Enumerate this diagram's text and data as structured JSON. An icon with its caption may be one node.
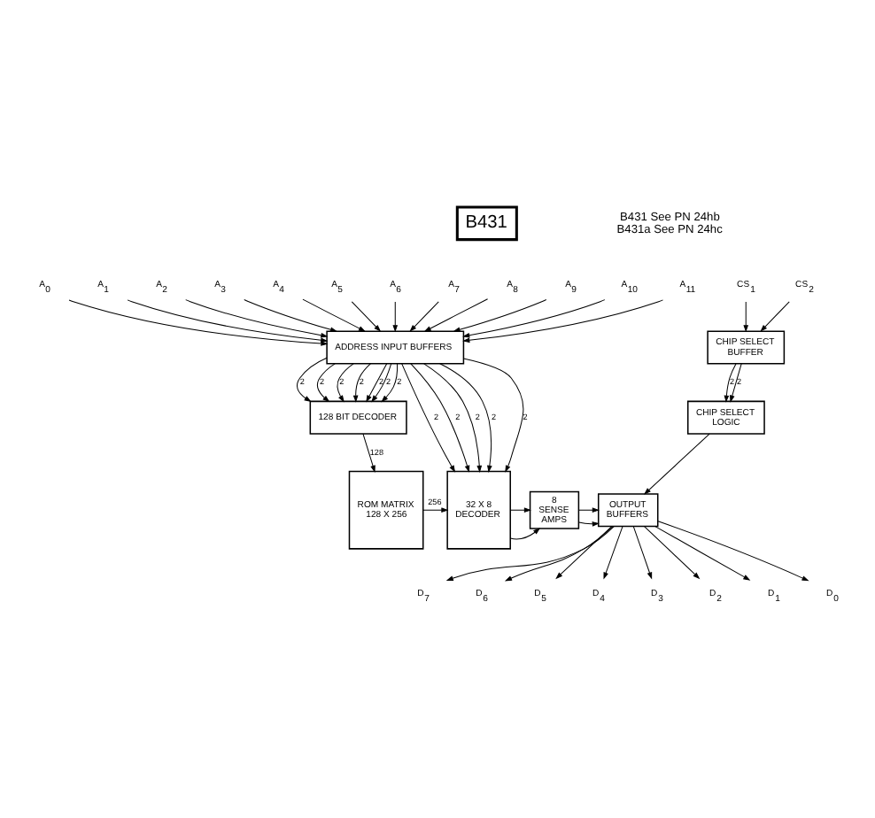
{
  "diagram": {
    "nodes": [
      {
        "text": [
          "B431"
        ]
      },
      {
        "text": [
          "A$_{0}$"
        ]
      },
      {
        "text": [
          "A$_{1}$"
        ]
      },
      {
        "text": [
          "A$_{2}$"
        ]
      },
      {
        "text": [
          "A$_{3}$"
        ]
      },
      {
        "text": [
          "A$_{4}$"
        ]
      },
      {
        "text": [
          "A$_{5}$"
        ]
      },
      {
        "text": [
          "A$_{6}$"
        ]
      },
      {
        "text": [
          "A$_{7}$"
        ]
      },
      {
        "text": [
          "A$_{8}$"
        ]
      },
      {
        "text": [
          "A$_{9}$"
        ]
      },
      {
        "text": [
          "A$_{10}$"
        ]
      },
      {
        "text": [
          "A$_{11}$"
        ]
      },
      {
        "text": [
          "CS$_{1}$"
        ]
      },
      {
        "text": [
          "CS$_{2}$"
        ]
      },
      {
        "text": [
          "ADDRESS INPUT BUFFERS"
        ]
      },
      {
        "text": [
          "CHIP SELECT BUFFER"
        ]
      },
      {
        "text": [
          "128 BIT DECODER"
        ]
      },
      {
        "text": [
          "CHIP SELECT LOGIC"
        ]
      },
      {
        "text": [
          "ROM MATRIX 128 X 256"
        ]
      },
      {
        "text": [
          "32 X 8 DECODER"
        ]
      },
      {
        "text": [
          "8 SENSE AMPS"
        ]
      },
      {
        "text": [
          "OUTPUT BUFFERS"
        ]
      },
      {
        "text": [
          "D$_{7}$"
        ]
      },
      {
        "text": [
          "D$_{6}$"
        ]
      },
      {
        "text": [
          "D$_{5}$"
        ]
      },
      {
        "text": [
          "D$_{4}$"
        ]
      },
      {
        "text": [
          "D$_{3}$"
        ]
      },
      {
        "text": [
          "D$_{2}$"
        ]
      },
      {
        "text": [
          "D$_{1}$"
        ]
      },
      {
        "text": [
          "D$_{0}$"
        ]
      }
    ],
    "edges": [
      {
        "from": 1,
        "to": 15,
        "arrow": "to"
      },
      {
        "from": 2,
        "to": 15,
        "arrow": "to"
      },
      {
        "from": 3,
        "to": 15,
        "arrow": "to"
      },
      {
        "from": 4,
        "to": 15,
        "arrow": "to"
      },
      {
        "from": 5,
        "to": 15,
        "arrow": "to"
      },
      {
        "from": 6,
        "to": 15,
        "arrow": "to"
      },
      {
        "from": 7,
        "to": 15,
        "arrow": "to"
      },
      {
        "from": 8,
        "to": 15,
        "arrow": "to"
      },
      {
        "from": 9,
        "to": 15,
        "arrow": "to"
      },
      {
        "from": 10,
        "to": 15,
        "arrow": "to"
      },
      {
        "from": 11,
        "to": 15,
        "arrow": "to"
      },
      {
        "from": 12,
        "to": 15,
        "arrow": "to"
      },
      {
        "from": 13,
        "to": 16,
        "arrow": "to"
      },
      {
        "from": 14,
        "to": 16,
        "arrow": "to"
      },
      {
        "from": 15,
        "to": 17,
        "label": "2",
        "arrow": "to"
      },
      {
        "from": 15,
        "to": 17,
        "label": "2",
        "arrow": "to"
      },
      {
        "from": 15,
        "to": 17,
        "label": "2",
        "arrow": "to"
      },
      {
        "from": 15,
        "to": 17,
        "label": "2",
        "arrow": "to"
      },
      {
        "from": 15,
        "to": 17,
        "label": "2",
        "arrow": "to"
      },
      {
        "from": 15,
        "to": 17,
        "label": "2",
        "arrow": "to"
      },
      {
        "from": 15,
        "to": 17,
        "label": "2",
        "arrow": "to"
      },
      {
        "from": 15,
        "to": 20,
        "label": "2",
        "arrow": "to"
      },
      {
        "from": 15,
        "to": 20,
        "label": "2",
        "arrow": "to"
      },
      {
        "from": 15,
        "to": 20,
        "label": "2",
        "arrow": "to"
      },
      {
        "from": 15,
        "to": 20,
        "label": "2",
        "arrow": "to"
      },
      {
        "from": 15,
        "to": 20,
        "label": "2",
        "arrow": "to"
      },
      {
        "from": 16,
        "to": 18,
        "label": "2",
        "arrow": "to"
      },
      {
        "from": 16,
        "to": 18,
        "label": "2",
        "arrow": "to"
      },
      {
        "from": 17,
        "to": 19,
        "label": "128",
        "arrow": "to"
      },
      {
        "from": 19,
        "to": 20,
        "label": "256",
        "arrow": "to"
      },
      {
        "from": 20,
        "to": 21,
        "arrow": "to"
      },
      {
        "from": 20,
        "to": 21,
        "arrow": "to"
      },
      {
        "from": 21,
        "to": 22,
        "arrow": "to"
      },
      {
        "from": 21,
        "to": 22,
        "arrow": "to"
      },
      {
        "from": 18,
        "to": 22,
        "arrow": "to"
      },
      {
        "from": 22,
        "to": 23,
        "arrow": "to"
      },
      {
        "from": 22,
        "to": 24,
        "arrow": "to"
      },
      {
        "from": 22,
        "to": 25,
        "arrow": "to"
      },
      {
        "from": 22,
        "to": 26,
        "arrow": "to"
      },
      {
        "from": 22,
        "to": 27,
        "arrow": "to"
      },
      {
        "from": 22,
        "to": 28,
        "arrow": "to"
      },
      {
        "from": 22,
        "to": 29,
        "arrow": "to"
      },
      {
        "from": 22,
        "to": 30,
        "arrow": "to"
      }
    ],
    "labels": [
      "B431 See PN 24hb",
      "B431a See PN 24hc"
    ]
  }
}
